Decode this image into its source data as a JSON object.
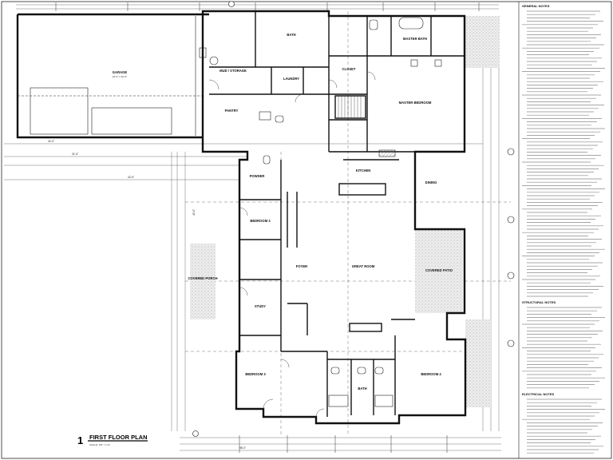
{
  "plan": {
    "number": "1",
    "title": "FIRST FLOOR PLAN",
    "scale": "SCALE: 1/8\" = 1'-0\""
  },
  "rooms": [
    {
      "id": "garage",
      "name": "GARAGE",
      "sub": "24'-0\" x 40'-0\""
    },
    {
      "id": "mud",
      "name": "MUD / STORAGE",
      "sub": ""
    },
    {
      "id": "bath-top",
      "name": "BATH",
      "sub": ""
    },
    {
      "id": "laundry",
      "name": "LAUNDRY",
      "sub": ""
    },
    {
      "id": "master-bath",
      "name": "MASTER BATH",
      "sub": ""
    },
    {
      "id": "master-closet",
      "name": "CLOSET",
      "sub": ""
    },
    {
      "id": "pantry",
      "name": "PANTRY",
      "sub": ""
    },
    {
      "id": "master-bedroom",
      "name": "MASTER BEDROOM",
      "sub": ""
    },
    {
      "id": "powder",
      "name": "POWDER",
      "sub": ""
    },
    {
      "id": "bedroom-2",
      "name": "BEDROOM 2",
      "sub": ""
    },
    {
      "id": "kitchen",
      "name": "KITCHEN",
      "sub": ""
    },
    {
      "id": "dining",
      "name": "DINING",
      "sub": ""
    },
    {
      "id": "foyer",
      "name": "FOYER",
      "sub": ""
    },
    {
      "id": "great-room",
      "name": "GREAT ROOM",
      "sub": ""
    },
    {
      "id": "covered-patio",
      "name": "COVERED PATIO",
      "sub": ""
    },
    {
      "id": "study",
      "name": "STUDY",
      "sub": ""
    },
    {
      "id": "bedroom-3",
      "name": "BEDROOM 3",
      "sub": ""
    },
    {
      "id": "bath-2",
      "name": "BATH",
      "sub": ""
    },
    {
      "id": "bedroom-4",
      "name": "BEDROOM 4",
      "sub": ""
    },
    {
      "id": "covered-porch",
      "name": "COVERED PORCH",
      "sub": ""
    }
  ],
  "dimensions": {
    "overall_width": "98'-0\"",
    "garage_depth": "40'-0\"",
    "left_segment": "24'-0\"",
    "mid_segment": "31'-6\"",
    "right_segment": "42'-6\""
  },
  "notes": {
    "heading": "GENERAL NOTES",
    "structural_heading": "STRUCTURAL NOTES",
    "electrical_heading": "ELECTRICAL NOTES"
  },
  "colors": {
    "ink": "#111111",
    "hatch": "#9a9a9a",
    "patio_fill": "#e9e9e9",
    "paper": "#ffffff"
  }
}
